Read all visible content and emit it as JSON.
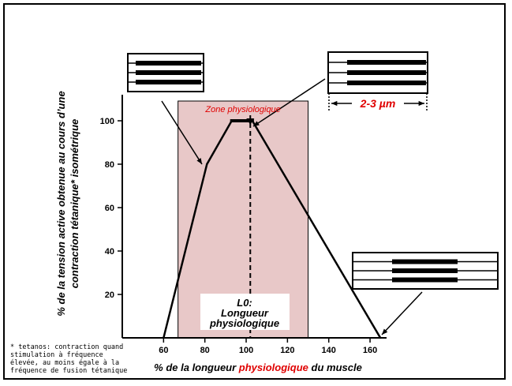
{
  "chart_data": {
    "type": "line",
    "xlabel_parts": [
      "% de la longueur ",
      "physiologique",
      " du muscle"
    ],
    "ylabel_lines": [
      "% de la tension active  obtenue au cours d’une",
      "contraction tétanique* isométrique"
    ],
    "x_ticks": [
      60,
      80,
      100,
      120,
      140,
      160
    ],
    "y_ticks": [
      20,
      40,
      60,
      80,
      100
    ],
    "xlim": [
      40,
      168
    ],
    "ylim": [
      0,
      112
    ],
    "series": [
      {
        "x": [
          60,
          81,
          93,
          103,
          165
        ],
        "y": [
          0,
          80,
          100,
          100,
          0
        ]
      }
    ],
    "zone": {
      "label": "Zone physiologique",
      "x_range": [
        67,
        130
      ]
    },
    "reference_x": 102,
    "l0_label_lines": [
      "L0:",
      "Longueur",
      "physiologique"
    ],
    "sarcomere_label": "2-3  µm",
    "footnote_lines": [
      "* tetanos: contraction quand",
      "stimulation à fréquence",
      "élevée, au moins égale à la",
      "fréquence de fusion tétanique"
    ],
    "colors": {
      "zone_fill": "#e8c8c8",
      "highlight": "#e00000",
      "line": "#000000"
    },
    "grid": false
  }
}
